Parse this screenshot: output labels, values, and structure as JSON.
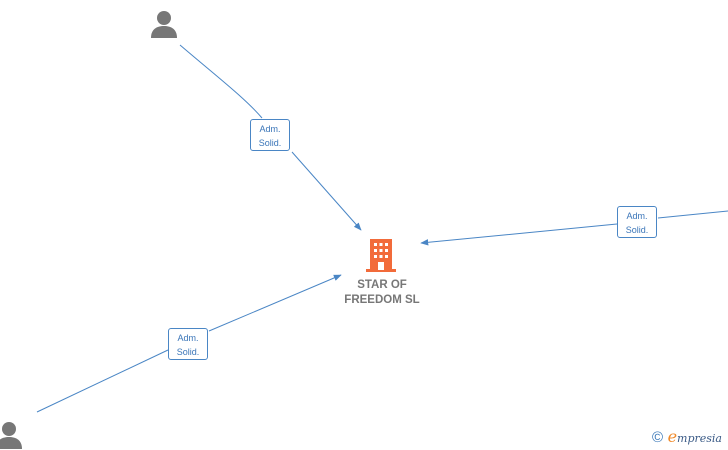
{
  "company": {
    "name_line1": "STAR OF",
    "name_line2": "FREEDOM  SL",
    "icon": "building-icon",
    "color": "#f26b3a"
  },
  "edges": [
    {
      "id": "top-left",
      "line1": "Adm.",
      "line2": "Solid."
    },
    {
      "id": "right",
      "line1": "Adm.",
      "line2": "Solid."
    },
    {
      "id": "bottom-left",
      "line1": "Adm.",
      "line2": "Solid."
    }
  ],
  "nodes": [
    {
      "id": "person-top-left",
      "icon": "person-icon"
    },
    {
      "id": "person-bottom-left",
      "icon": "person-icon"
    },
    {
      "id": "person-right",
      "icon": "person-icon"
    }
  ],
  "colors": {
    "edge": "#4a86c5",
    "person": "#777777"
  },
  "footer": {
    "copyright_symbol": "©",
    "brand_initial": "e",
    "brand_rest": "mpresia"
  }
}
